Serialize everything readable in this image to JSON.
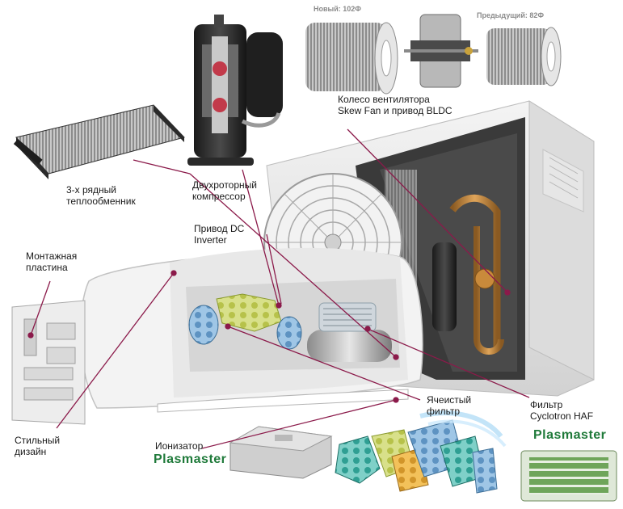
{
  "labels": {
    "new_fan": "Новый: 102Ф",
    "prev_fan": "Предыдущий: 82Ф",
    "fan_wheel": "Колесо вентилятора\nSkew Fan и привод BLDC",
    "heat_exchanger": "3-х рядный\nтеплообменник",
    "rotary_compressor": "Двухроторный\nкомпрессор",
    "dc_inverter": "Привод DC\nInverter",
    "mounting_plate": "Монтажная\nпластина",
    "stylish_design": "Стильный\nдизайн",
    "ionizer": "Ионизатор",
    "cellular_filter": "Ячеистый\nфильтр",
    "haf_filter": "Фильтр\nCyclotron HAF"
  },
  "brand": {
    "ionizer_brand": "Plasmaster",
    "filter_brand": "Plasmaster"
  },
  "colors": {
    "leader_line": "#8b1a4a",
    "brand_green": "#1f7a3a",
    "unit_white": "#ececec",
    "copper": "#c98a3b"
  }
}
